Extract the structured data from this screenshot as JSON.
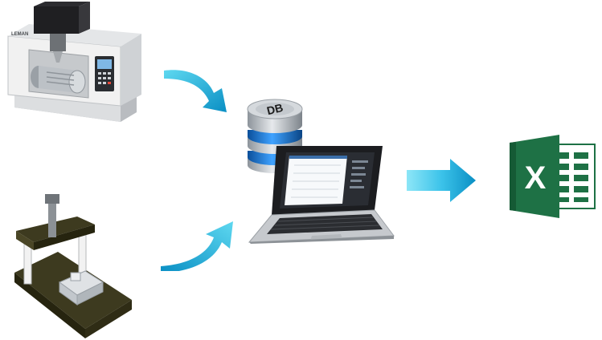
{
  "cnc_machine": {
    "logo_text": "LEMAN",
    "icon": "cnc-machine-icon"
  },
  "cmm_machine": {
    "icon": "coordinate-measuring-machine-icon"
  },
  "database": {
    "label": "DB",
    "icon": "database-icon"
  },
  "laptop": {
    "icon": "laptop-icon"
  },
  "excel": {
    "letter": "X",
    "icon": "excel-icon"
  },
  "colors": {
    "arrow_light": "#5ed8f0",
    "arrow_dark": "#0a8fc4",
    "db_blue": "#1e7fd8",
    "db_silver": "#c9ced4",
    "excel_green": "#1e7145",
    "cmm_granite": "#3d3a1f"
  }
}
